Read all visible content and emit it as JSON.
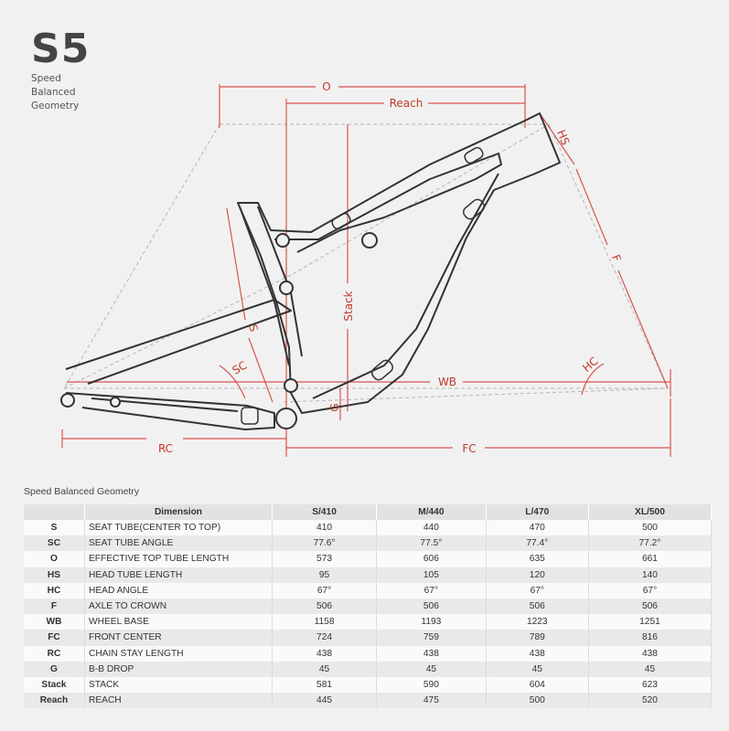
{
  "brand": {
    "title": "S5",
    "subtitle_lines": [
      "Speed",
      "Balanced",
      "Geometry"
    ]
  },
  "diagram_labels": {
    "O": "O",
    "Reach": "Reach",
    "HS": "HS",
    "F": "F",
    "Stack": "Stack",
    "S": "S",
    "SC": "SC",
    "WB": "WB",
    "HC": "HC",
    "G": "G",
    "RC": "RC",
    "FC": "FC"
  },
  "colors": {
    "dimension_red": "#d9534f",
    "frame_stroke": "#333333",
    "guide_grey": "#aaaaaa",
    "table_header": "#e2e2e2"
  },
  "table": {
    "title": "Speed Balanced Geometry",
    "headers": [
      "",
      "Dimension",
      "S/410",
      "M/440",
      "L/470",
      "XL/500"
    ],
    "rows": [
      {
        "abbr": "S",
        "desc": "SEAT TUBE(CENTER TO TOP)",
        "values": [
          "410",
          "440",
          "470",
          "500"
        ]
      },
      {
        "abbr": "SC",
        "desc": "SEAT TUBE ANGLE",
        "values": [
          "77.6°",
          "77.5°",
          "77.4°",
          "77.2°"
        ]
      },
      {
        "abbr": "O",
        "desc": "EFFECTIVE TOP TUBE LENGTH",
        "values": [
          "573",
          "606",
          "635",
          "661"
        ]
      },
      {
        "abbr": "HS",
        "desc": "HEAD TUBE LENGTH",
        "values": [
          "95",
          "105",
          "120",
          "140"
        ]
      },
      {
        "abbr": "HC",
        "desc": "HEAD ANGLE",
        "values": [
          "67°",
          "67°",
          "67°",
          "67°"
        ]
      },
      {
        "abbr": "F",
        "desc": "AXLE TO CROWN",
        "values": [
          "506",
          "506",
          "506",
          "506"
        ]
      },
      {
        "abbr": "WB",
        "desc": "WHEEL BASE",
        "values": [
          "1158",
          "1193",
          "1223",
          "1251"
        ]
      },
      {
        "abbr": "FC",
        "desc": "FRONT CENTER",
        "values": [
          "724",
          "759",
          "789",
          "816"
        ]
      },
      {
        "abbr": "RC",
        "desc": "CHAIN STAY LENGTH",
        "values": [
          "438",
          "438",
          "438",
          "438"
        ]
      },
      {
        "abbr": "G",
        "desc": "B-B DROP",
        "values": [
          "45",
          "45",
          "45",
          "45"
        ]
      },
      {
        "abbr": "Stack",
        "desc": "STACK",
        "values": [
          "581",
          "590",
          "604",
          "623"
        ]
      },
      {
        "abbr": "Reach",
        "desc": "REACH",
        "values": [
          "445",
          "475",
          "500",
          "520"
        ]
      }
    ]
  }
}
